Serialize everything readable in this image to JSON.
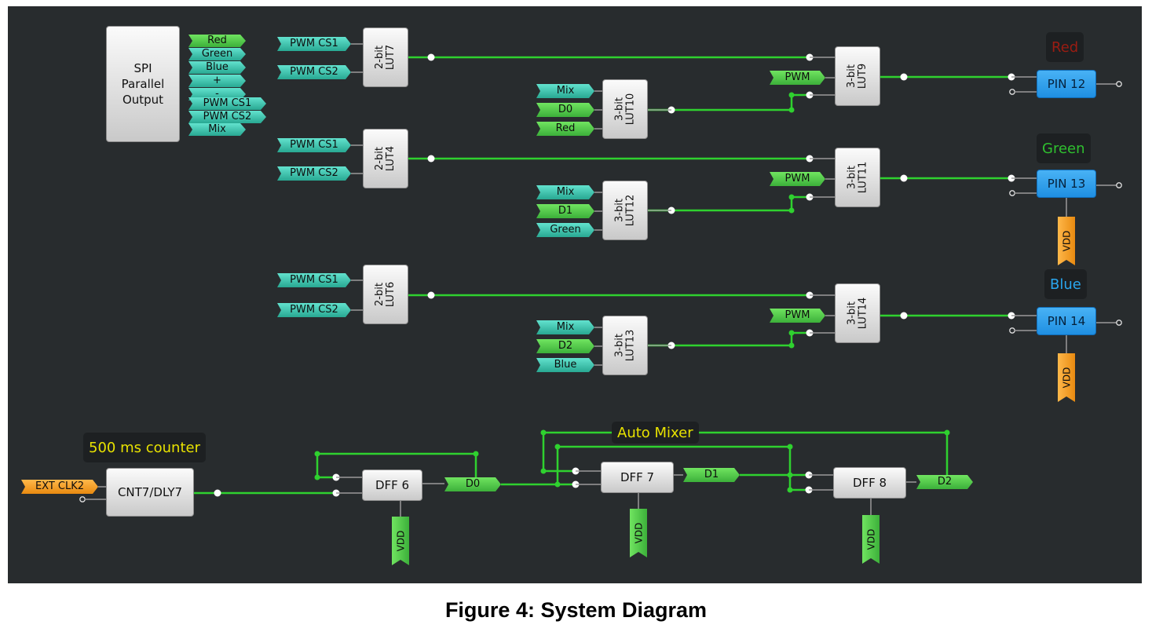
{
  "colors": {
    "background": "#282c2e",
    "wire": "#2fd12f",
    "node": "#ffffff",
    "tag_green": "#4cc84a",
    "tag_teal": "#35c2ab",
    "tag_orange": "#f29a1f",
    "pin_blue": "#2c9ae8",
    "label_red": "#9a1c12",
    "label_green": "#2fbf2f",
    "label_blue": "#2aa6ee",
    "label_yellow": "#e8e200"
  },
  "spi": {
    "label": "SPI\nParallel\nOutput",
    "outputs": [
      "Red",
      "Green",
      "Blue",
      "+",
      "-",
      "PWM CS1",
      "PWM CS2",
      "Mix"
    ]
  },
  "luts": {
    "lut7": "2-bit\nLUT7",
    "lut4": "2-bit\nLUT4",
    "lut6": "2-bit\nLUT6",
    "lut10": "3-bit\nLUT10",
    "lut12": "3-bit\nLUT12",
    "lut13": "3-bit\nLUT13",
    "lut9": "3-bit\nLUT9",
    "lut11": "3-bit\nLUT11",
    "lut14": "3-bit\nLUT14"
  },
  "tags": {
    "pwm_cs1": "PWM CS1",
    "pwm_cs2": "PWM CS2",
    "mix": "Mix",
    "d0": "D0",
    "d1": "D1",
    "d2": "D2",
    "red": "Red",
    "green": "Green",
    "blue": "Blue",
    "pwm": "PWM",
    "ext_clk": "EXT CLK2",
    "vdd": "VDD"
  },
  "pins": {
    "pin12": "PIN 12",
    "pin13": "PIN 13",
    "pin14": "PIN 14"
  },
  "pin_labels": {
    "red": "Red",
    "green": "Green",
    "blue": "Blue"
  },
  "counter": {
    "label": "500 ms counter",
    "block": "CNT7/DLY7"
  },
  "dffs": {
    "dff6": "DFF 6",
    "dff7": "DFF 7",
    "dff8": "DFF 8"
  },
  "auto_mixer": "Auto Mixer",
  "caption": "Figure 4: System Diagram"
}
